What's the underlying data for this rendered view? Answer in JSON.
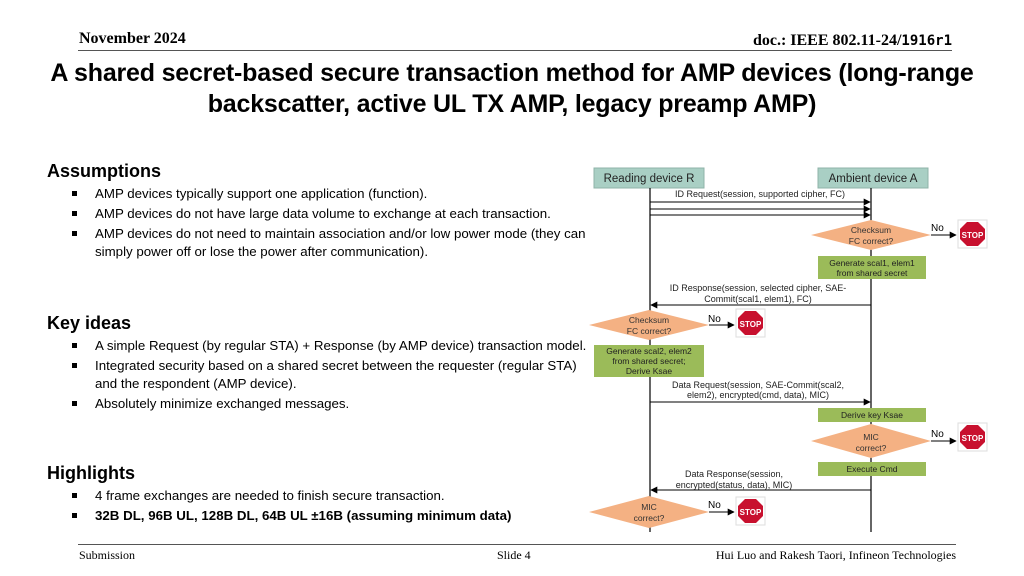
{
  "header": {
    "date": "November 2024",
    "doc_prefix": "doc.: IEEE 802.11-24/",
    "doc_number": "1916r1"
  },
  "title": "A shared secret-based secure transaction method for AMP devices (long-range backscatter, active UL TX AMP, legacy preamp AMP)",
  "sections": [
    {
      "heading": "Assumptions",
      "items": [
        {
          "text": "AMP devices typically support one application (function).",
          "bold": false
        },
        {
          "text": "AMP devices do not have large data volume to exchange at each transaction.",
          "bold": false
        },
        {
          "text": "AMP devices do not need to maintain association and/or low power mode (they can simply power off or lose the power after communication).",
          "bold": false
        }
      ]
    },
    {
      "heading": "Key ideas",
      "items": [
        {
          "text": "A simple Request (by regular STA) + Response (by AMP device) transaction model.",
          "bold": false
        },
        {
          "text": "Integrated security based on a shared secret between the requester (regular STA) and the respondent (AMP device).",
          "bold": false
        },
        {
          "text": "Absolutely minimize exchanged messages.",
          "bold": false
        }
      ]
    },
    {
      "heading": "Highlights",
      "items": [
        {
          "text": "4 frame exchanges are needed to finish secure transaction.",
          "bold": false
        },
        {
          "text": "32B DL, 96B UL, 128B DL, 64B UL ±16B (assuming minimum data)",
          "bold": true
        }
      ]
    }
  ],
  "diagram": {
    "participants": [
      "Reading device R",
      "Ambient device A"
    ],
    "messages": [
      {
        "lines": [
          "ID Request(session,  supported  cipher, FC)"
        ],
        "direction": "R-to-A"
      },
      {
        "lines": [
          "ID Response(session,  selected  cipher, SAE-",
          "Commit(scal1,  elem1),  FC)"
        ],
        "direction": "A-to-R"
      },
      {
        "lines": [
          "Data Request(session,  SAE-Commit(scal2,",
          "elem2),  encrypted(cmd,  data),  MIC)"
        ],
        "direction": "R-to-A"
      },
      {
        "lines": [
          "Data Response(session,",
          "encrypted(status,  data),  MIC)"
        ],
        "direction": "A-to-R"
      }
    ],
    "decisions": [
      {
        "lines": [
          "Checksum",
          "FC correct?"
        ],
        "side": "A"
      },
      {
        "lines": [
          "Checksum",
          "FC correct?"
        ],
        "side": "R"
      },
      {
        "lines": [
          "MIC",
          "correct?"
        ],
        "side": "A"
      },
      {
        "lines": [
          "MIC",
          "correct?"
        ],
        "side": "R"
      }
    ],
    "actions": [
      {
        "lines": [
          "Generate  scal1,  elem1",
          "from shared secret"
        ],
        "side": "A"
      },
      {
        "lines": [
          "Generate  scal2,  elem2",
          "from shared secret;",
          "Derive Ksae"
        ],
        "side": "R"
      },
      {
        "lines": [
          "Derive key Ksae"
        ],
        "side": "A"
      },
      {
        "lines": [
          "Execute  Cmd"
        ],
        "side": "A"
      }
    ],
    "no_label": "No",
    "stop_label": "STOP",
    "colors": {
      "participant": "#a9cfc4",
      "decision": "#f4b183",
      "action": "#9bbb59",
      "stop": "#c8102e"
    }
  },
  "footer": {
    "left": "Submission",
    "center": "Slide 4",
    "right": "Hui Luo and Rakesh Taori, Infineon Technologies"
  }
}
